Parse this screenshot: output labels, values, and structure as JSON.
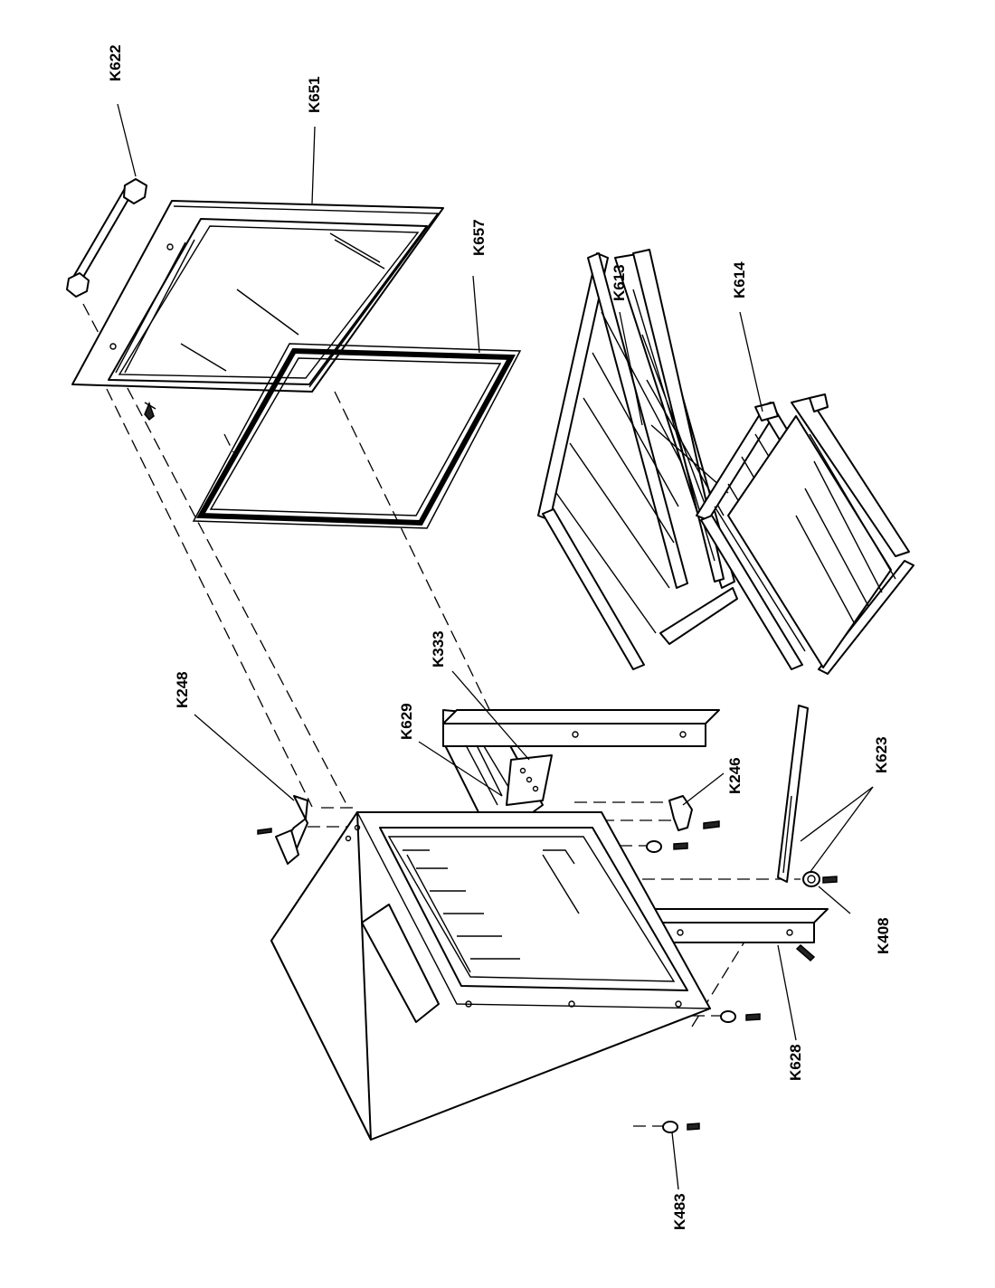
{
  "labels": {
    "k622": "K622",
    "k651": "K651",
    "k657": "K657",
    "k613": "K613",
    "k614": "K614",
    "k333": "K333",
    "k629": "K629",
    "k248": "K248",
    "k246": "K246",
    "k623": "K623",
    "k408": "K408",
    "k628": "K628",
    "k483": "K483"
  }
}
